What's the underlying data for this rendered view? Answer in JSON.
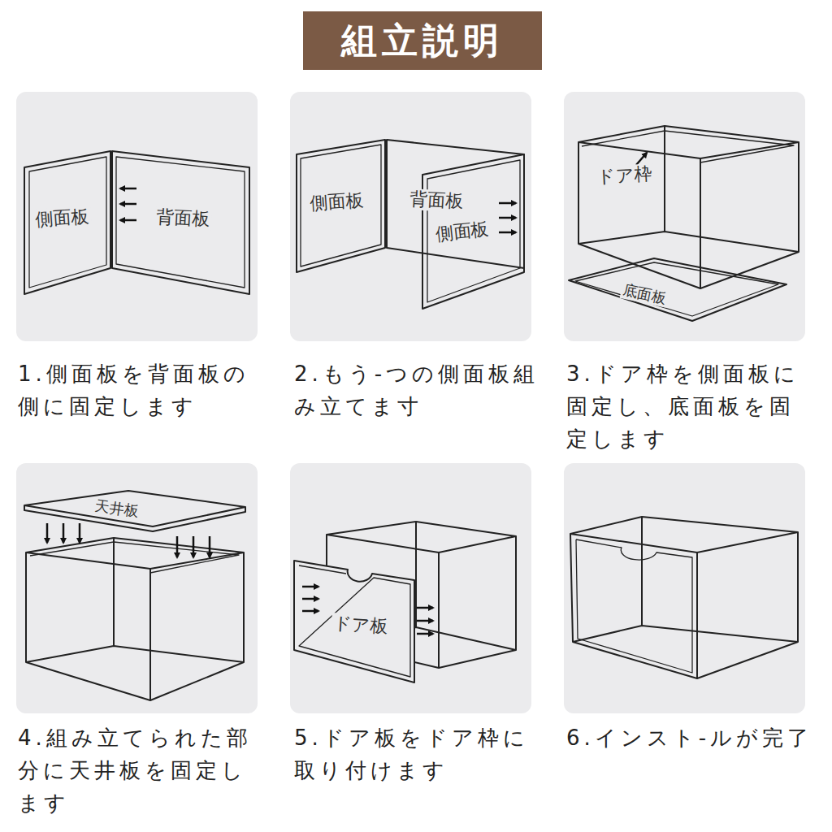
{
  "diagram": {
    "title": "組立説明",
    "labels": [
      "側面板",
      "背面板",
      "1.側面板を背面板の 側に固定します",
      "側面板",
      "背面板",
      "側面板",
      "2.もう-つの側面板組 み立てま寸",
      "ドア枠",
      "底面板",
      "3.ドア枠を側面板に 固定し、底面板を固 定します",
      "天井板",
      "4.組み立てられた部 分に天井板を固定し ます",
      "ドア板",
      "5.ドア板をドア枠に 取り付けます",
      "6.インスト-ルが完了"
    ]
  }
}
